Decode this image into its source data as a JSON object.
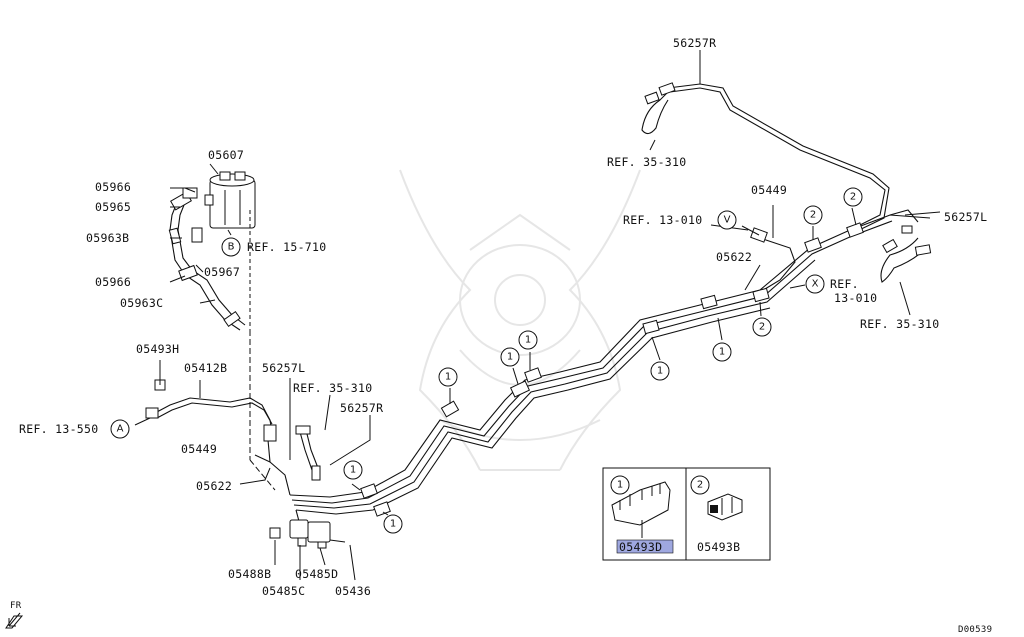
{
  "diagram": {
    "part_labels": {
      "p56257R_top": "56257R",
      "ref35310_top": "REF. 35-310",
      "p05607": "05607",
      "p05966_a": "05966",
      "p05965": "05965",
      "p05963B": "05963B",
      "refB15710": "REF. 15-710",
      "p05967": "05967",
      "p05966_b": "05966",
      "p05963C": "05963C",
      "p05449_r": "05449",
      "ref13010_v": "REF. 13-010",
      "p56257L_r": "56257L",
      "p05622_r": "05622",
      "ref13010_x1": "REF.",
      "ref13010_x2": "13-010",
      "ref35310_r": "REF. 35-310",
      "p05493H": "05493H",
      "p05412B": "05412B",
      "p56257L_m": "56257L",
      "ref35310_m": "REF. 35-310",
      "p56257R_m": "56257R",
      "ref13550": "REF. 13-550",
      "p05449_l": "05449",
      "p05622_l": "05622",
      "p05488B": "05488B",
      "p05485D": "05485D",
      "p05485C": "05485C",
      "p05436": "05436",
      "fr": "FR",
      "code": "D00539"
    },
    "callouts": {
      "A": "A",
      "B": "B",
      "V": "V",
      "X": "X",
      "one": "1",
      "two": "2"
    },
    "inset": {
      "left_num": "1",
      "left_part": "05493D",
      "right_num": "2",
      "right_part": "05493B",
      "highlight_color": "#9fa8e0"
    }
  }
}
